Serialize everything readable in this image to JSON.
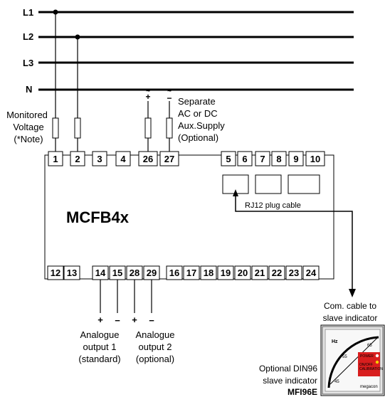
{
  "lines": [
    "L1",
    "L2",
    "L3",
    "N"
  ],
  "device_name": "MCFB4x",
  "terminals_top": [
    "1",
    "2",
    "3",
    "4",
    "26",
    "27",
    "5",
    "6",
    "7",
    "8",
    "9",
    "10"
  ],
  "terminals_bottom": [
    "12",
    "13",
    "14",
    "15",
    "28",
    "29",
    "16",
    "17",
    "18",
    "19",
    "20",
    "21",
    "22",
    "23",
    "24"
  ],
  "monitored_voltage": [
    "Monitored",
    "Voltage",
    "(*Note)"
  ],
  "aux_supply": [
    "Separate",
    "AC or DC",
    "Aux.Supply",
    "(Optional)"
  ],
  "aux_symbols": [
    "+",
    "~",
    "−",
    "~"
  ],
  "rj12_label": "RJ12 plug cable",
  "com_cable": [
    "Com. cable to",
    "slave indicator"
  ],
  "output_signs": [
    "+",
    "−",
    "+",
    "−"
  ],
  "analogue_output_1": [
    "Analogue",
    "output 1",
    "(standard)"
  ],
  "analogue_output_2": [
    "Analogue",
    "output 2",
    "(optional)"
  ],
  "optional_indicator": [
    "Optional DIN96",
    "slave indicator"
  ],
  "indicator_model": "MFI96E",
  "indicator": {
    "unit": "Hz",
    "scale": [
      "45",
      "55",
      "65"
    ],
    "panel_text": [
      "POWER",
      "ON/OFF",
      "CALIBRATION"
    ],
    "brand": "megacon"
  }
}
